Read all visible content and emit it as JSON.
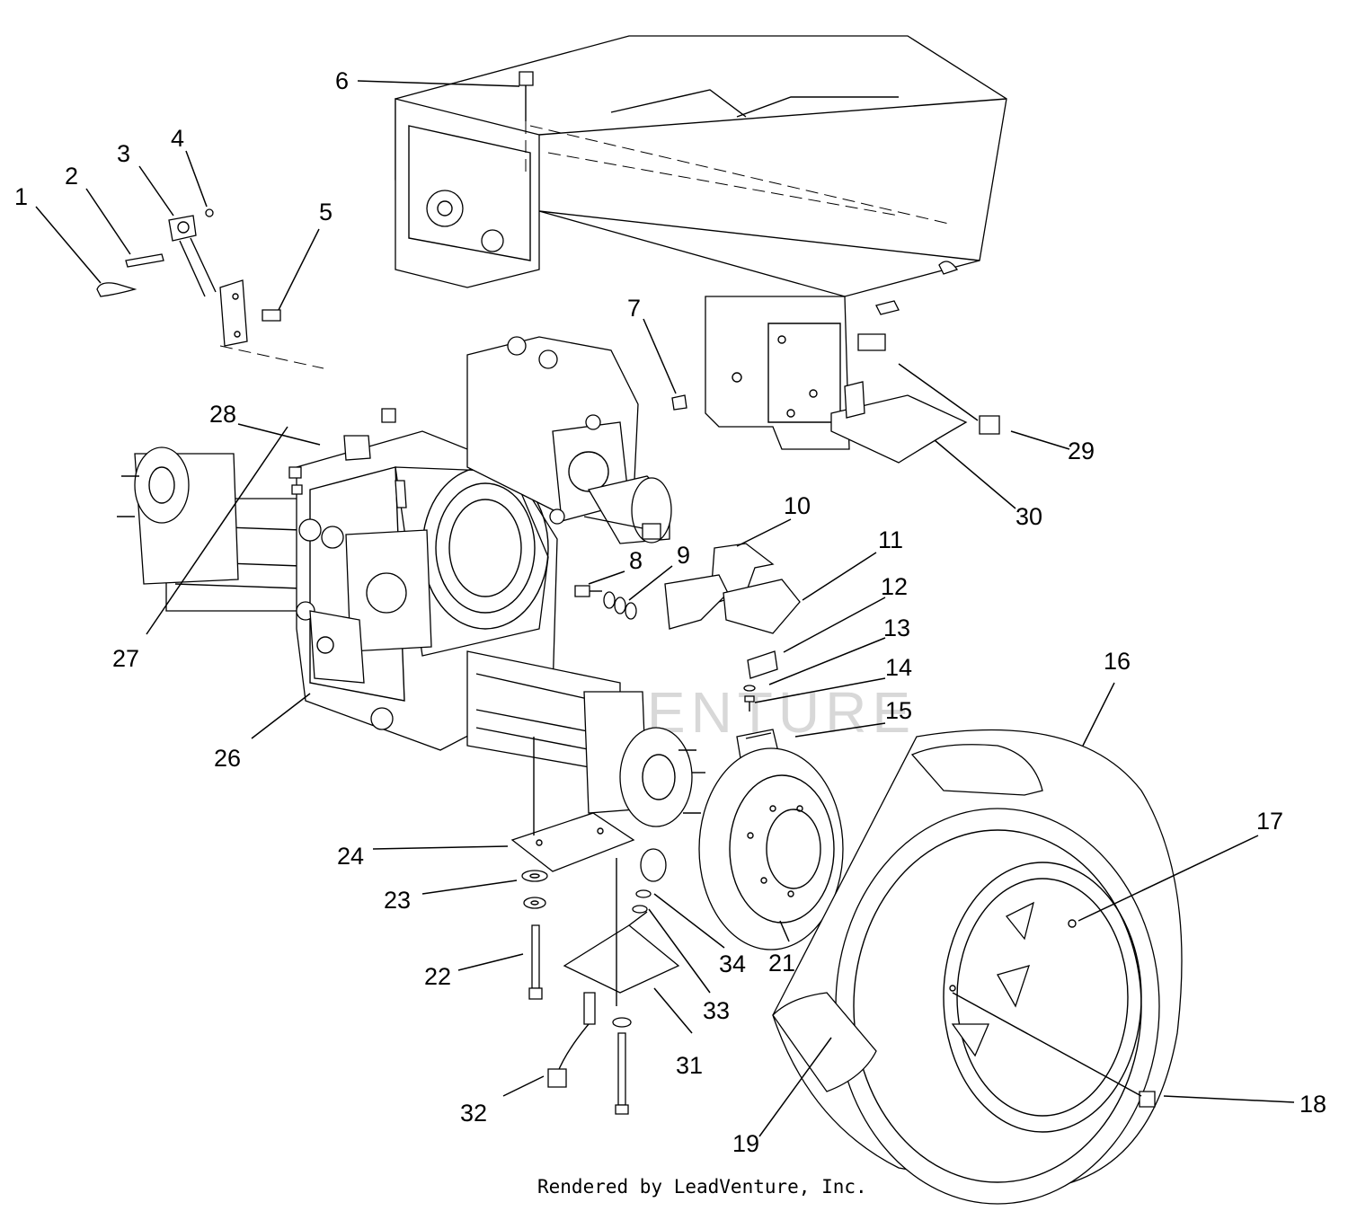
{
  "diagram": {
    "callouts": [
      "1",
      "2",
      "3",
      "4",
      "5",
      "6",
      "7",
      "8",
      "9",
      "10",
      "11",
      "12",
      "13",
      "14",
      "15",
      "16",
      "17",
      "18",
      "19",
      "21",
      "22",
      "23",
      "24",
      "26",
      "27",
      "28",
      "29",
      "30",
      "31",
      "32",
      "33",
      "34"
    ],
    "watermark": "LEADVENTURE",
    "footer": "Rendered by LeadVenture, Inc."
  }
}
